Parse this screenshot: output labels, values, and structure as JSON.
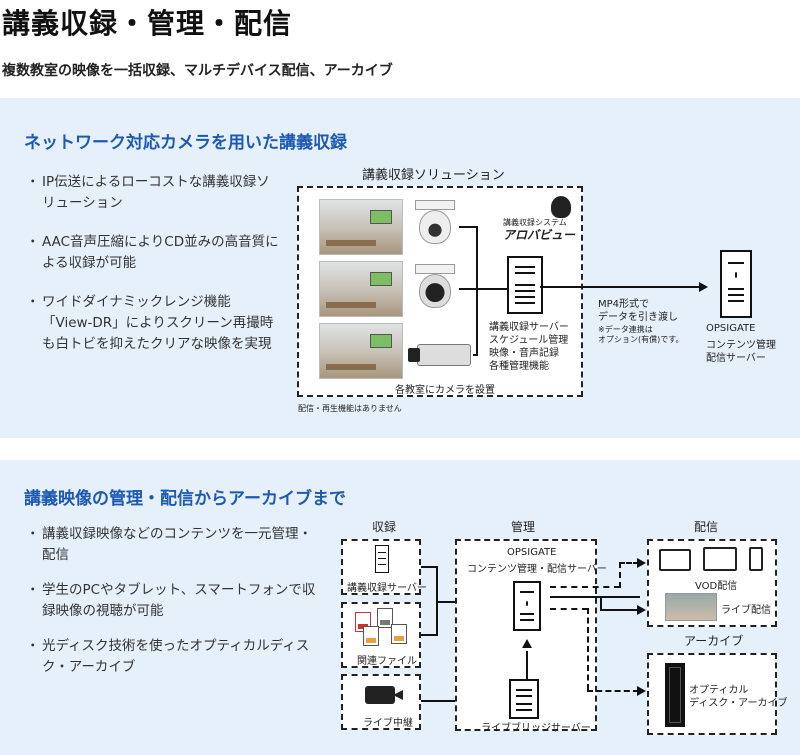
{
  "header": {
    "title": "講義収録・管理・配信",
    "subtitle": "複数教室の映像を一括収録、マルチデバイス配信、アーカイブ"
  },
  "section1": {
    "title": "ネットワーク対応カメラを用いた講義収録",
    "bullets": [
      "IP伝送によるローコストな講義収録ソリューション",
      "AAC音声圧縮によりCD並みの高音質による収録が可能",
      "ワイドダイナミックレンジ機能「View-DR」によりスクリーン再撮時も白トビを抑えたクリアな映像を実現"
    ],
    "diagram": {
      "box_title": "講義収録ソリューション",
      "logo_small": "講義収録システム",
      "logo_name": "アロバビュー",
      "server_label": "講義収録サーバー",
      "server_features": [
        "スケジュール管理",
        "映像・音声記録",
        "各種管理機能"
      ],
      "camera_note": "各教室にカメラを設置",
      "footnote": "配信・再生機能はありません",
      "transfer_label": "MP4形式で",
      "transfer_label2": "データを引き渡し",
      "option_note": "※データ連携は",
      "option_note2": "オプション(有償)です。",
      "opsigate_name": "OPSIGATE",
      "opsigate_role1": "コンテンツ管理",
      "opsigate_role2": "配信サーバー"
    }
  },
  "section2": {
    "title": "講義映像の管理・配信からアーカイブまで",
    "bullets": [
      "講義収録映像などのコンテンツを一元管理・配信",
      "学生のPCやタブレット、スマートフォンで収録映像の視聴が可能",
      "光ディスク技術を使ったオプティカルディスク・アーカイブ"
    ],
    "diagram": {
      "col_record": "収録",
      "col_manage": "管理",
      "col_deliver": "配信",
      "col_archive": "アーカイブ",
      "rec_server": "講義収録サーバー",
      "rec_files": "関連ファイル",
      "rec_live": "ライブ中継",
      "opsigate_name": "OPSIGATE",
      "opsigate_role": "コンテンツ管理・配信サーバー",
      "bridge_server": "ライブブリッジサーバー",
      "vod": "VOD配信",
      "live": "ライブ配信",
      "archive_label1": "オプティカル",
      "archive_label2": "ディスク・アーカイブ"
    }
  }
}
